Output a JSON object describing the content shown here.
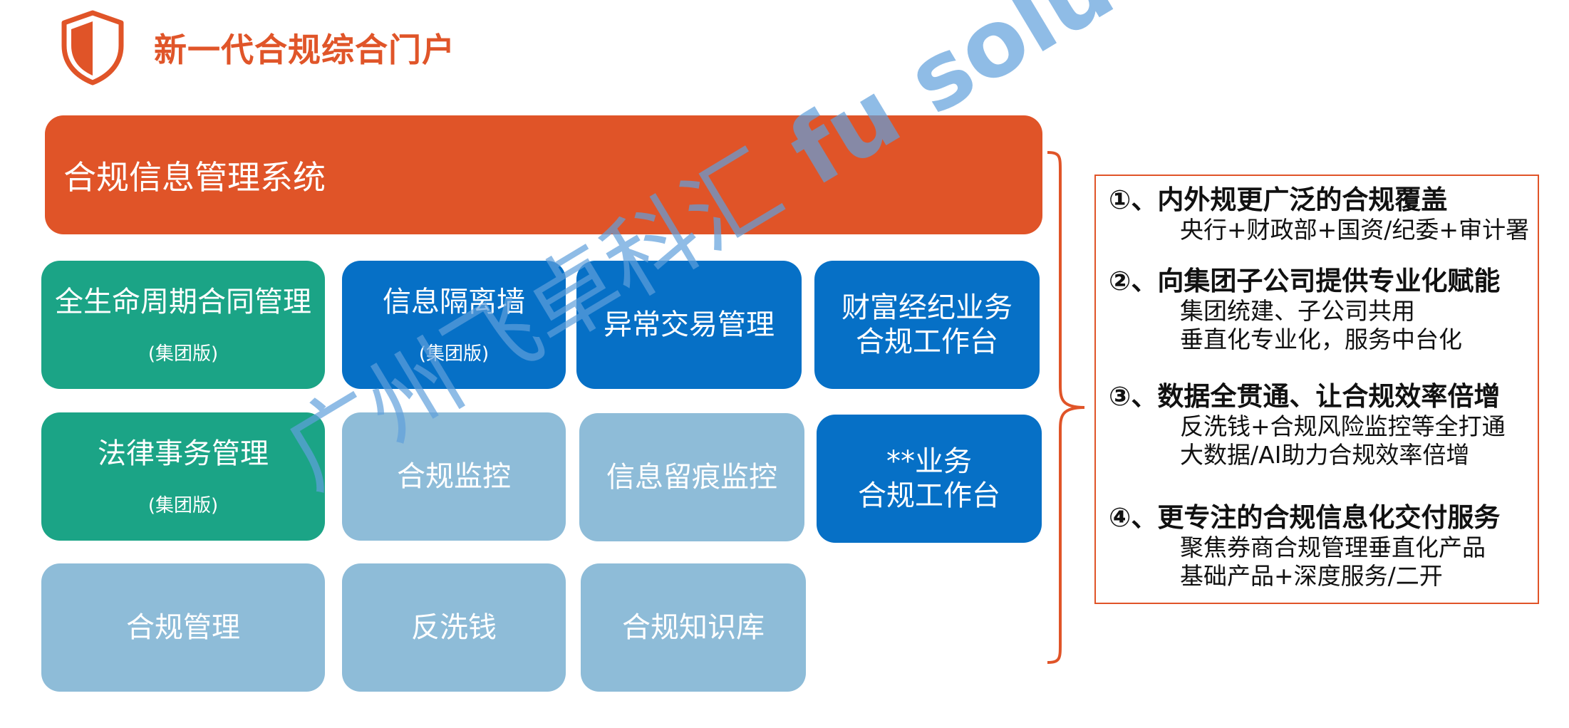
{
  "header": {
    "title": "新一代合规综合门户"
  },
  "banner": {
    "label": "合规信息管理系统"
  },
  "tiles": [
    {
      "label": "全生命周期合同管理",
      "sub": "(集团版)"
    },
    {
      "label": "信息隔离墙",
      "sub": "(集团版)"
    },
    {
      "label": "异常交易管理"
    },
    {
      "label": "财富经纪业务\n合规工作台"
    },
    {
      "label": "法律事务管理",
      "sub": "(集团版)"
    },
    {
      "label": "合规监控"
    },
    {
      "label": "信息留痕监控"
    },
    {
      "label": "**业务\n合规工作台"
    },
    {
      "label": "合规管理"
    },
    {
      "label": "反洗钱"
    },
    {
      "label": "合规知识库"
    }
  ],
  "points": [
    {
      "head": "①、内外规更广泛的合规覆盖",
      "lines": [
        "央行+财政部+国资/纪委+审计署"
      ]
    },
    {
      "head": "②、向集团子公司提供专业化赋能",
      "lines": [
        "集团统建、子公司共用",
        "垂直化专业化，服务中台化"
      ]
    },
    {
      "head": "③、数据全贯通、让合规效率倍增",
      "lines": [
        "反洗钱+合规风险监控等全打通",
        "大数据/AI助力合规效率倍增"
      ]
    },
    {
      "head": "④、更专注的合规信息化交付服务",
      "lines": [
        "聚焦券商合规管理垂直化产品",
        "基础产品+深度服务/二开"
      ]
    }
  ],
  "watermark": {
    "cn": "广州飞卓科汇",
    "en": "fu solutions"
  },
  "colors": {
    "accent": "#e05428",
    "green": "#1ba486",
    "blue": "#0670c6",
    "light": "#8ebcd8"
  }
}
